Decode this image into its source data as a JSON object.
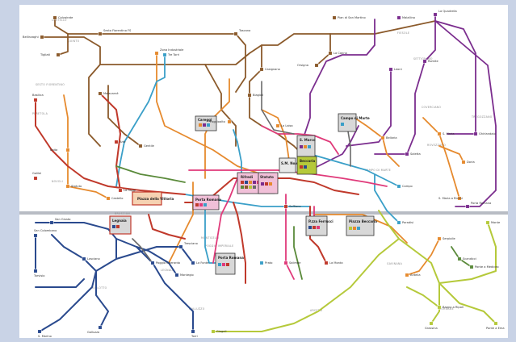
{
  "map": {
    "stations": [
      {
        "id": "calvairate",
        "label": "Calvairate"
      },
      {
        "id": "bellinzaghi",
        "label": "Bellinzaghi"
      },
      {
        "id": "tigliati",
        "label": "Tigliati"
      },
      {
        "id": "sesto",
        "label": "Sesto Fiorentino FS"
      },
      {
        "id": "zonaindustriale",
        "label": "Zona Industriale"
      },
      {
        "id": "tre-torri",
        "label": "Tre Torri"
      },
      {
        "id": "piazzasanmartino",
        "label": "Pian di San Martino"
      },
      {
        "id": "malallino",
        "label": "Malallino"
      },
      {
        "id": "toscana",
        "label": "Toscana"
      },
      {
        "id": "laquadrella",
        "label": "La Quadrella"
      },
      {
        "id": "lacanna",
        "label": "La Canna"
      },
      {
        "id": "romite",
        "label": "Romite"
      },
      {
        "id": "orsigna",
        "label": "Orsigna"
      },
      {
        "id": "casignano",
        "label": "Casignano"
      },
      {
        "id": "basilica",
        "label": "Basilica"
      },
      {
        "id": "malacarnè",
        "label": "Malacarnè"
      },
      {
        "id": "biagioli",
        "label": "Biagioli"
      },
      {
        "id": "leoni",
        "label": "Leoni"
      },
      {
        "id": "lalaisa",
        "label": "La Laisa"
      },
      {
        "id": "poggioalto",
        "label": "Poggioalto"
      },
      {
        "id": "arte",
        "label": "Arte"
      },
      {
        "id": "gentile",
        "label": "Gentile"
      },
      {
        "id": "baita",
        "label": "Baita"
      },
      {
        "id": "bellaria",
        "label": "Bellaria"
      },
      {
        "id": "sanmaria",
        "label": "S. Maria"
      },
      {
        "id": "doria",
        "label": "Doria"
      },
      {
        "id": "ghirlandaio",
        "label": "Ghirlandaio"
      },
      {
        "id": "saletta",
        "label": "Saletta"
      },
      {
        "id": "galilei",
        "label": "Galilei"
      },
      {
        "id": "statuto",
        "label": "Statuto"
      },
      {
        "id": "castello",
        "label": "Castello"
      },
      {
        "id": "lapaggi",
        "label": "La Paggi"
      },
      {
        "id": "porta-romana",
        "label": "Porta Romana"
      },
      {
        "id": "smariaricchi",
        "label": "S. Maria a Ricchi"
      },
      {
        "id": "campo",
        "label": "Campo"
      },
      {
        "id": "soffiano",
        "label": "Soffiano"
      },
      {
        "id": "sangiusto",
        "label": "San Giusto"
      },
      {
        "id": "sancolombano",
        "label": "San Colombano"
      },
      {
        "id": "tarvisio",
        "label": "Tarvisio"
      },
      {
        "id": "lasciano",
        "label": "Lasciano"
      },
      {
        "id": "poggiogherardo",
        "label": "Poggio Gherardo"
      },
      {
        "id": "tresciano",
        "label": "Tresciano"
      },
      {
        "id": "lafonte",
        "label": "La Fonte"
      },
      {
        "id": "montegio",
        "label": "Montegio"
      },
      {
        "id": "prato",
        "label": "Prato"
      },
      {
        "id": "salimbe",
        "label": "Salimbe"
      },
      {
        "id": "lamonta",
        "label": "La Monta"
      },
      {
        "id": "paradisi",
        "label": "Paradisi"
      },
      {
        "id": "serpiolle",
        "label": "Serpiolle"
      },
      {
        "id": "scandicci",
        "label": "Scandicci"
      },
      {
        "id": "monte",
        "label": "Monte"
      },
      {
        "id": "pontemedici",
        "label": "Ponte a Mediceo"
      },
      {
        "id": "galluzzo",
        "label": "Galluzzo"
      },
      {
        "id": "sammarino",
        "label": "S. Marino"
      },
      {
        "id": "torri",
        "label": "Torri"
      },
      {
        "id": "giogoli",
        "label": "Giogoli"
      },
      {
        "id": "grassina",
        "label": "Grassina"
      },
      {
        "id": "ponteaema",
        "label": "Ponte a Ema"
      },
      {
        "id": "bagnoaripoli",
        "label": "Bagno a Ripoli"
      },
      {
        "id": "antella",
        "label": "Antella"
      }
    ],
    "hubs": [
      {
        "id": "hub-careggi",
        "label": "Careggi"
      },
      {
        "id": "hub-rifredi",
        "label": "Rifredi"
      },
      {
        "id": "hub-statuto",
        "label": "Statuto"
      },
      {
        "id": "hub-smn",
        "label": "S.M. Novella"
      },
      {
        "id": "hub-sanmarco",
        "label": "S. Marco"
      },
      {
        "id": "hub-beccaria",
        "label": "Beccaria"
      },
      {
        "id": "hub-campomarte",
        "label": "Campo di Marte"
      },
      {
        "id": "hub-cascine",
        "label": "Piazza della Vittoria"
      },
      {
        "id": "hub-oltrarno",
        "label": "Porta Romana"
      },
      {
        "id": "hub-gavinana",
        "label": "P.zza Ferrucci"
      },
      {
        "id": "hub-legnaia",
        "label": "Legnaia"
      },
      {
        "id": "hub-ponte",
        "label": "Piazza Beccaria"
      },
      {
        "id": "hub-porta",
        "label": "Porta Romana"
      }
    ],
    "zones": [
      "CASTELLO",
      "QUINTO",
      "SESTO FIORENTINO",
      "PERETOLA",
      "NOVOLI",
      "BRUSCIAN",
      "LEGNAIA",
      "ISOLOTTO",
      "MONTICELLI",
      "CAMPO DI MARTE",
      "ROVEZZANO",
      "GAVINANA",
      "SORGANE",
      "GALLUZZO",
      "POGGIO IMPERIALE",
      "ARCETRI",
      "FIESOLE",
      "SETTIGNANO",
      "COVERCIANO",
      "TREGOZZANO"
    ],
    "line_colors": [
      "#8b5a2b",
      "#7b2d8e",
      "#e68a2e",
      "#2a4a8e",
      "#c0392b",
      "#b5c93a",
      "#3a9fc8",
      "#e03a7a",
      "#5a8a3a",
      "#3a3a3a"
    ]
  }
}
